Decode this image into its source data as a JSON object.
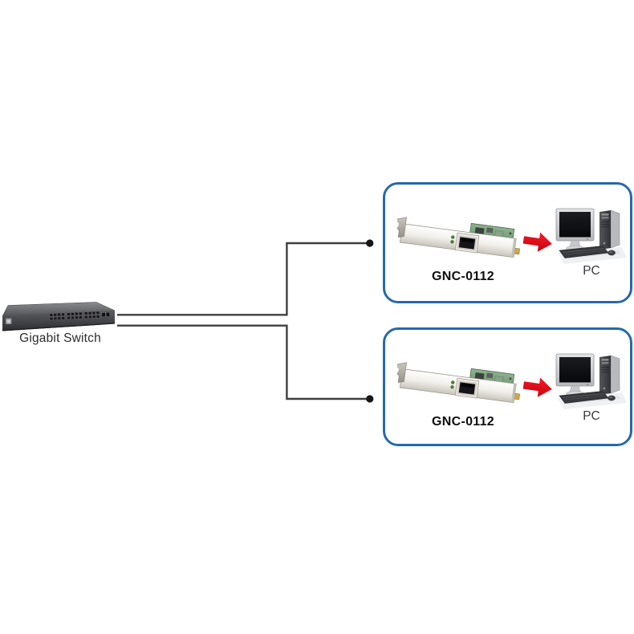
{
  "page": {
    "background": "#ffffff"
  },
  "switch": {
    "label": "Gigabit Switch"
  },
  "groups": [
    {
      "card_label": "GNC-0112",
      "pc_label": "PC",
      "arrow_icon": "red-right-block-arrow"
    },
    {
      "card_label": "GNC-0112",
      "pc_label": "PC",
      "arrow_icon": "red-right-block-arrow"
    }
  ],
  "colors": {
    "box_border": "#2569ac",
    "arrow_red": "#e30613",
    "connection_line": "#3e3e40",
    "connection_dot": "#161618"
  }
}
